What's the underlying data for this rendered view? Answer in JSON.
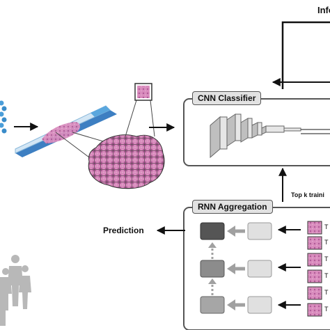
{
  "labels": {
    "inference": "Infe",
    "cnn_title": "CNN Classifier",
    "rnn_title": "RNN Aggregation",
    "prediction": "Prediction",
    "topk": "Top k traini"
  },
  "tile_labels": [
    "T",
    "T",
    "T",
    "T",
    "T",
    "T"
  ],
  "colors": {
    "tissue_pink": "#d98cbd",
    "tissue_dark": "#b05a97",
    "slide_blue": "#5aa7de",
    "box_border": "#555555",
    "title_fill": "#e2e2e2",
    "arrow": "#111111",
    "gray_arrow": "#a0a0a0",
    "rnn_dark": "#555555",
    "rnn_mid": "#8c8c8c",
    "rnn_light": "#e0e0e0",
    "people": "#b8b8b8"
  }
}
